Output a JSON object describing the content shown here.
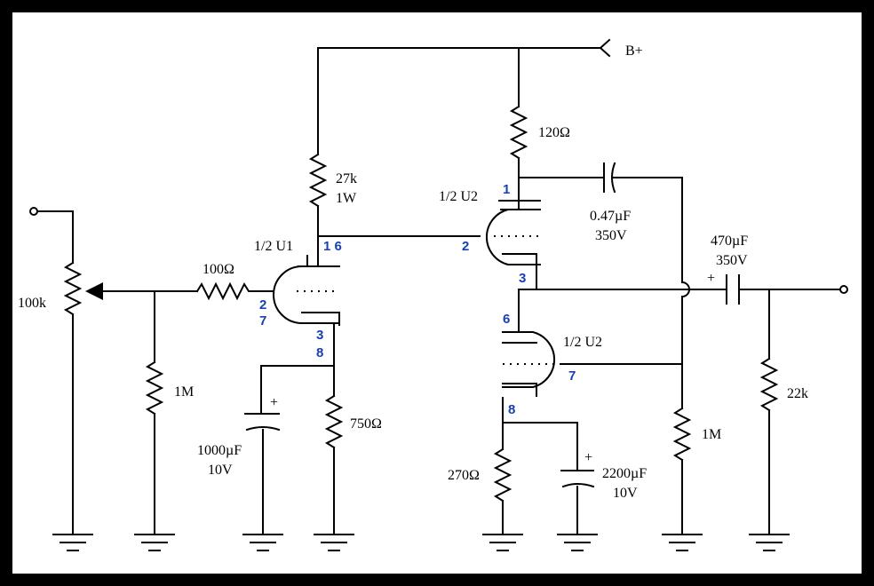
{
  "supply": {
    "label": "B+"
  },
  "resistors": {
    "r_plate_u2": "120Ω",
    "r_27k": "27k",
    "r_27k_power": "1W",
    "r_grid": "100Ω",
    "r_grid_leak": "1M",
    "r_cathode_u1": "750Ω",
    "r_cathode_u2b": "270Ω",
    "r_out_bias": "1M",
    "r_load": "22k"
  },
  "pot": {
    "label": "100k"
  },
  "capacitors": {
    "c_coupling_value": "0.47µF",
    "c_coupling_voltage": "350V",
    "c_output_value": "470µF",
    "c_output_voltage": "350V",
    "c_bypass1_value": "1000µF",
    "c_bypass1_voltage": "10V",
    "c_bypass2_value": "2200µF",
    "c_bypass2_voltage": "10V",
    "polarity": "+"
  },
  "tubes": {
    "u1": {
      "label": "1/2 U1",
      "plate_pins": "1 6",
      "grid_pin_a": "2",
      "grid_pin_b": "7",
      "cathode_pin_a": "3",
      "cathode_pin_b": "8"
    },
    "u2a": {
      "label": "1/2 U2",
      "plate_pin": "1",
      "grid_pin": "2",
      "cathode_pin": "3"
    },
    "u2b": {
      "label": "1/2 U2",
      "plate_pin": "6",
      "grid_pin": "7",
      "cathode_pin": "8"
    }
  },
  "colors": {
    "background": "#000000",
    "sheet": "#ffffff",
    "ink": "#000000",
    "pin_labels": "#1a3fb0"
  }
}
